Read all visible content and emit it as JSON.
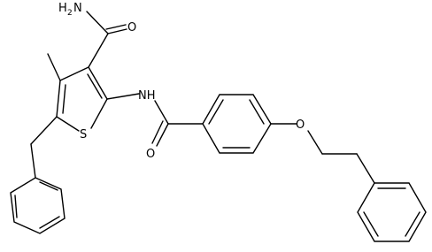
{
  "molecule": {
    "atom_labels": {
      "amide_nh2": "H",
      "amide_nh2_sub": "2",
      "amide_nh2_n": "N",
      "amide_o": "O",
      "thiophene_s": "S",
      "nh": "NH",
      "carbonyl_o": "O",
      "ether_o": "O"
    }
  },
  "colors": {
    "ink": "#000000",
    "background": "#ffffff"
  }
}
